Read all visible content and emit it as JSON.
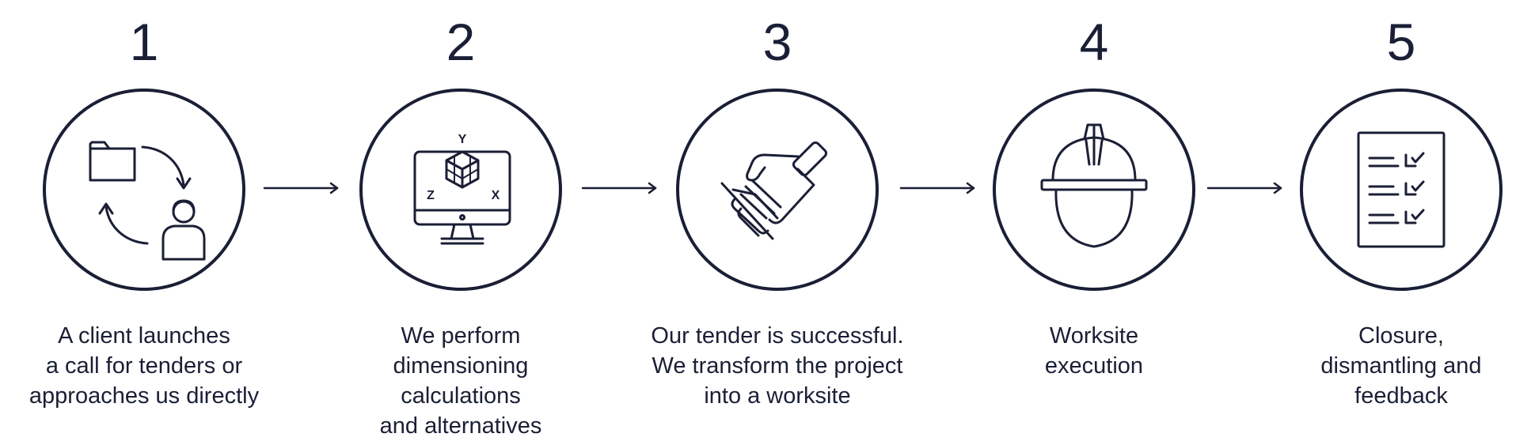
{
  "colors": {
    "ink": "#1a1f36",
    "background": "#ffffff"
  },
  "steps": [
    {
      "number": "1",
      "icon": "document-exchange-icon",
      "caption": [
        "A client launches",
        "a call for tenders or",
        "approaches us directly"
      ]
    },
    {
      "number": "2",
      "icon": "3d-design-monitor-icon",
      "axis_labels": {
        "y": "Y",
        "z": "Z",
        "x": "X"
      },
      "caption": [
        "We perform",
        "dimensioning calculations",
        "and alternatives"
      ]
    },
    {
      "number": "3",
      "icon": "handshake-icon",
      "caption": [
        "Our tender is successful.",
        "We transform the project",
        "into a worksite"
      ]
    },
    {
      "number": "4",
      "icon": "hard-hat-worker-icon",
      "caption": [
        "Worksite",
        "execution"
      ]
    },
    {
      "number": "5",
      "icon": "checklist-icon",
      "caption": [
        "Closure,",
        "dismantling and",
        "feedback"
      ]
    }
  ]
}
